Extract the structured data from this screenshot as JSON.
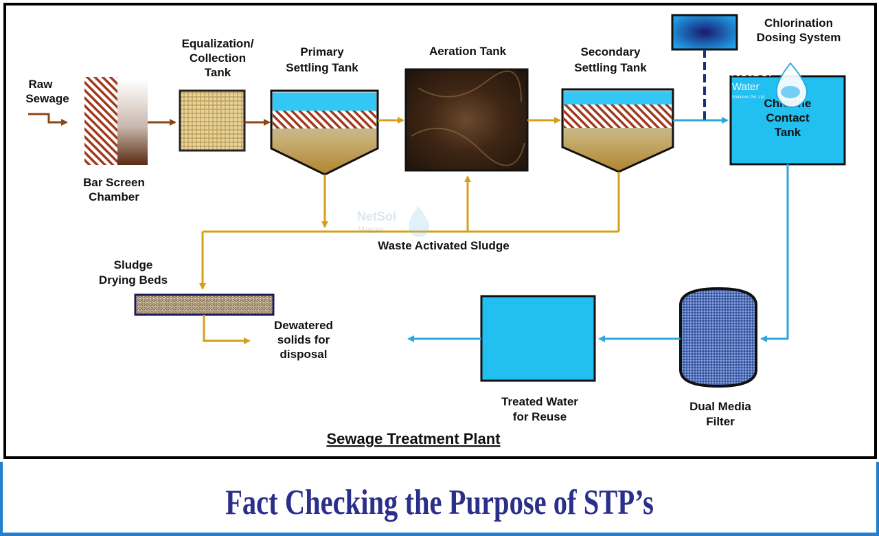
{
  "diagram": {
    "labels": {
      "raw_sewage_1": "Raw",
      "raw_sewage_2": "Sewage",
      "bar_screen_1": "Bar Screen",
      "bar_screen_2": "Chamber",
      "equalization_1": "Equalization/",
      "equalization_2": "Collection",
      "equalization_3": "Tank",
      "primary_1": "Primary",
      "primary_2": "Settling Tank",
      "aeration": "Aeration Tank",
      "secondary_1": "Secondary",
      "secondary_2": "Settling Tank",
      "chlorination_1": "Chlorination",
      "chlorination_2": "Dosing System",
      "chlorine_1": "Chlorine",
      "chlorine_2": "Contact",
      "chlorine_3": "Tank",
      "waste_sludge": "Waste Activated Sludge",
      "sludge_beds_1": "Sludge",
      "sludge_beds_2": "Drying Beds",
      "dewatered_1": "Dewatered",
      "dewatered_2": "solids for",
      "dewatered_3": "disposal",
      "treated_1": "Treated Water",
      "treated_2": "for Reuse",
      "dual_media_1": "Dual Media",
      "dual_media_2": "Filter",
      "plant_title": "Sewage Treatment Plant"
    },
    "logo": {
      "brand_1": "NetSol",
      "brand_2": "Water",
      "tagline": "Solutions Pvt. Ltd."
    },
    "colors": {
      "sludge_line": "#d4a017",
      "water_line": "#2aa7e0",
      "raw_line": "#8b4513",
      "tank_blue": "#22c0f0",
      "outline": "#000000"
    }
  },
  "footer": {
    "title": "Fact Checking the Purpose of STP’s"
  }
}
